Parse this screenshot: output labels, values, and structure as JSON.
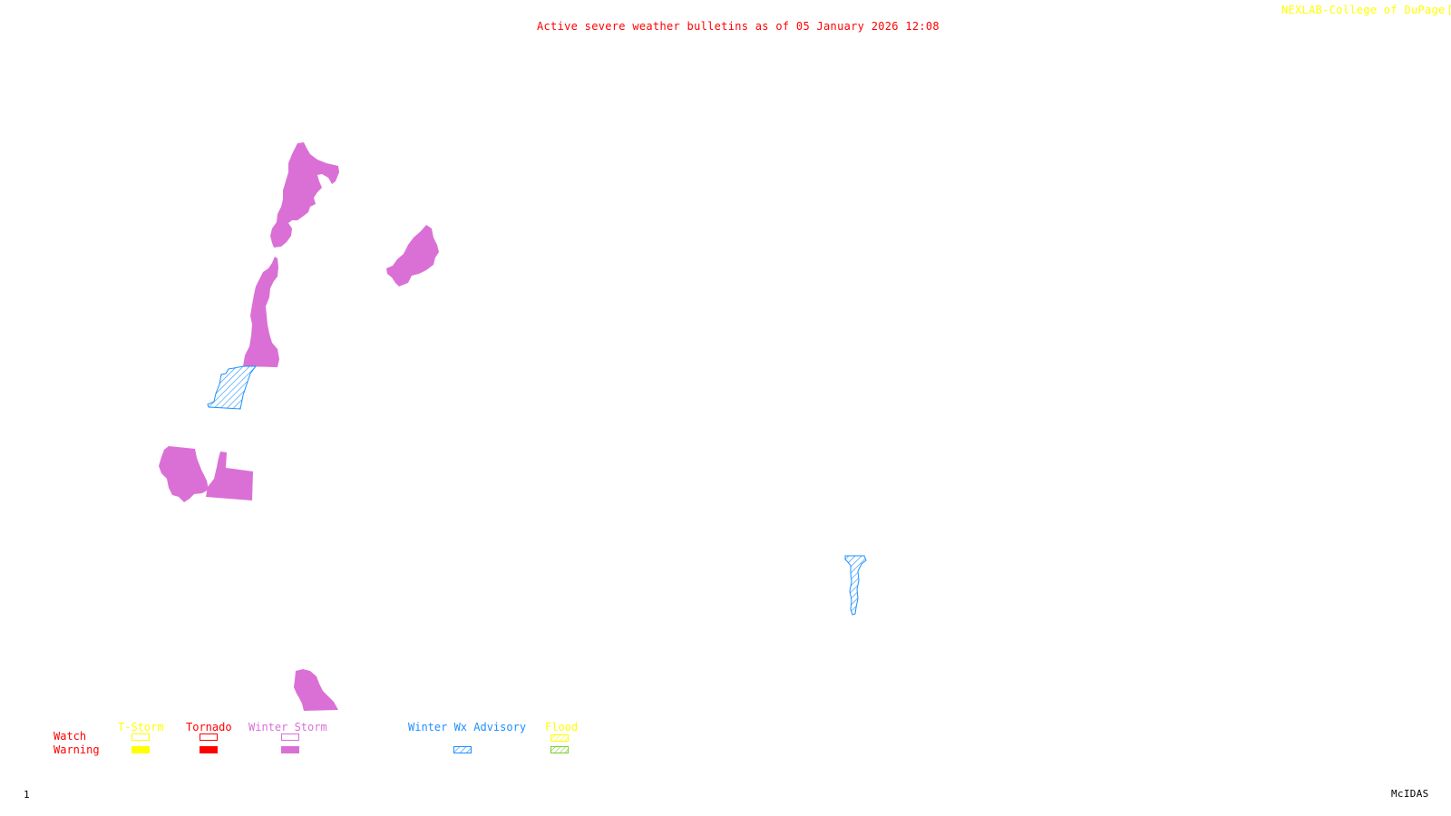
{
  "header": {
    "title": "Active severe weather bulletins as of 05 January 2026 12:08",
    "credit": "NEXLAB-College of DuPage",
    "credit_icon": "nexlab-logo-icon"
  },
  "footer": {
    "frame_number": "1",
    "software": "McIDAS"
  },
  "colors": {
    "title": "#ff0000",
    "credit": "#ffff00",
    "tstorm": "#ffff00",
    "tornado": "#ff0000",
    "winter_storm": "#da70d6",
    "winter_wx_advisory": "#1e90ff",
    "flood_watch": "#ffff00",
    "flood_warning": "#7ccd32",
    "row_labels": "#ff0000"
  },
  "legend": {
    "row_labels": {
      "watch": "Watch",
      "warning": "Warning"
    },
    "categories": [
      {
        "id": "tstorm",
        "label": "T-Storm",
        "watch_style": "outline",
        "warning_style": "solid"
      },
      {
        "id": "tornado",
        "label": "Tornado",
        "watch_style": "outline",
        "warning_style": "solid"
      },
      {
        "id": "winter_storm",
        "label": "Winter Storm",
        "watch_style": "outline",
        "warning_style": "solid"
      },
      {
        "id": "winter_wx_advisory",
        "label": "Winter Wx Advisory",
        "watch_style": "none",
        "warning_style": "hatched"
      },
      {
        "id": "flood",
        "label": "Flood",
        "watch_style": "hatched",
        "warning_style": "hatched"
      }
    ]
  },
  "map": {
    "active_areas": [
      {
        "name": "winter-storm-warning-area-north",
        "type": "Winter Storm Warning"
      },
      {
        "name": "winter-storm-warning-area-central",
        "type": "Winter Storm Warning"
      },
      {
        "name": "winter-storm-warning-area-east",
        "type": "Winter Storm Warning"
      },
      {
        "name": "winter-storm-warning-area-southwest-a",
        "type": "Winter Storm Warning"
      },
      {
        "name": "winter-storm-warning-area-southwest-b",
        "type": "Winter Storm Warning"
      },
      {
        "name": "winter-storm-warning-area-south",
        "type": "Winter Storm Warning"
      },
      {
        "name": "winter-wx-advisory-area-west",
        "type": "Winter Wx Advisory"
      },
      {
        "name": "winter-wx-advisory-area-east",
        "type": "Winter Wx Advisory"
      }
    ]
  }
}
